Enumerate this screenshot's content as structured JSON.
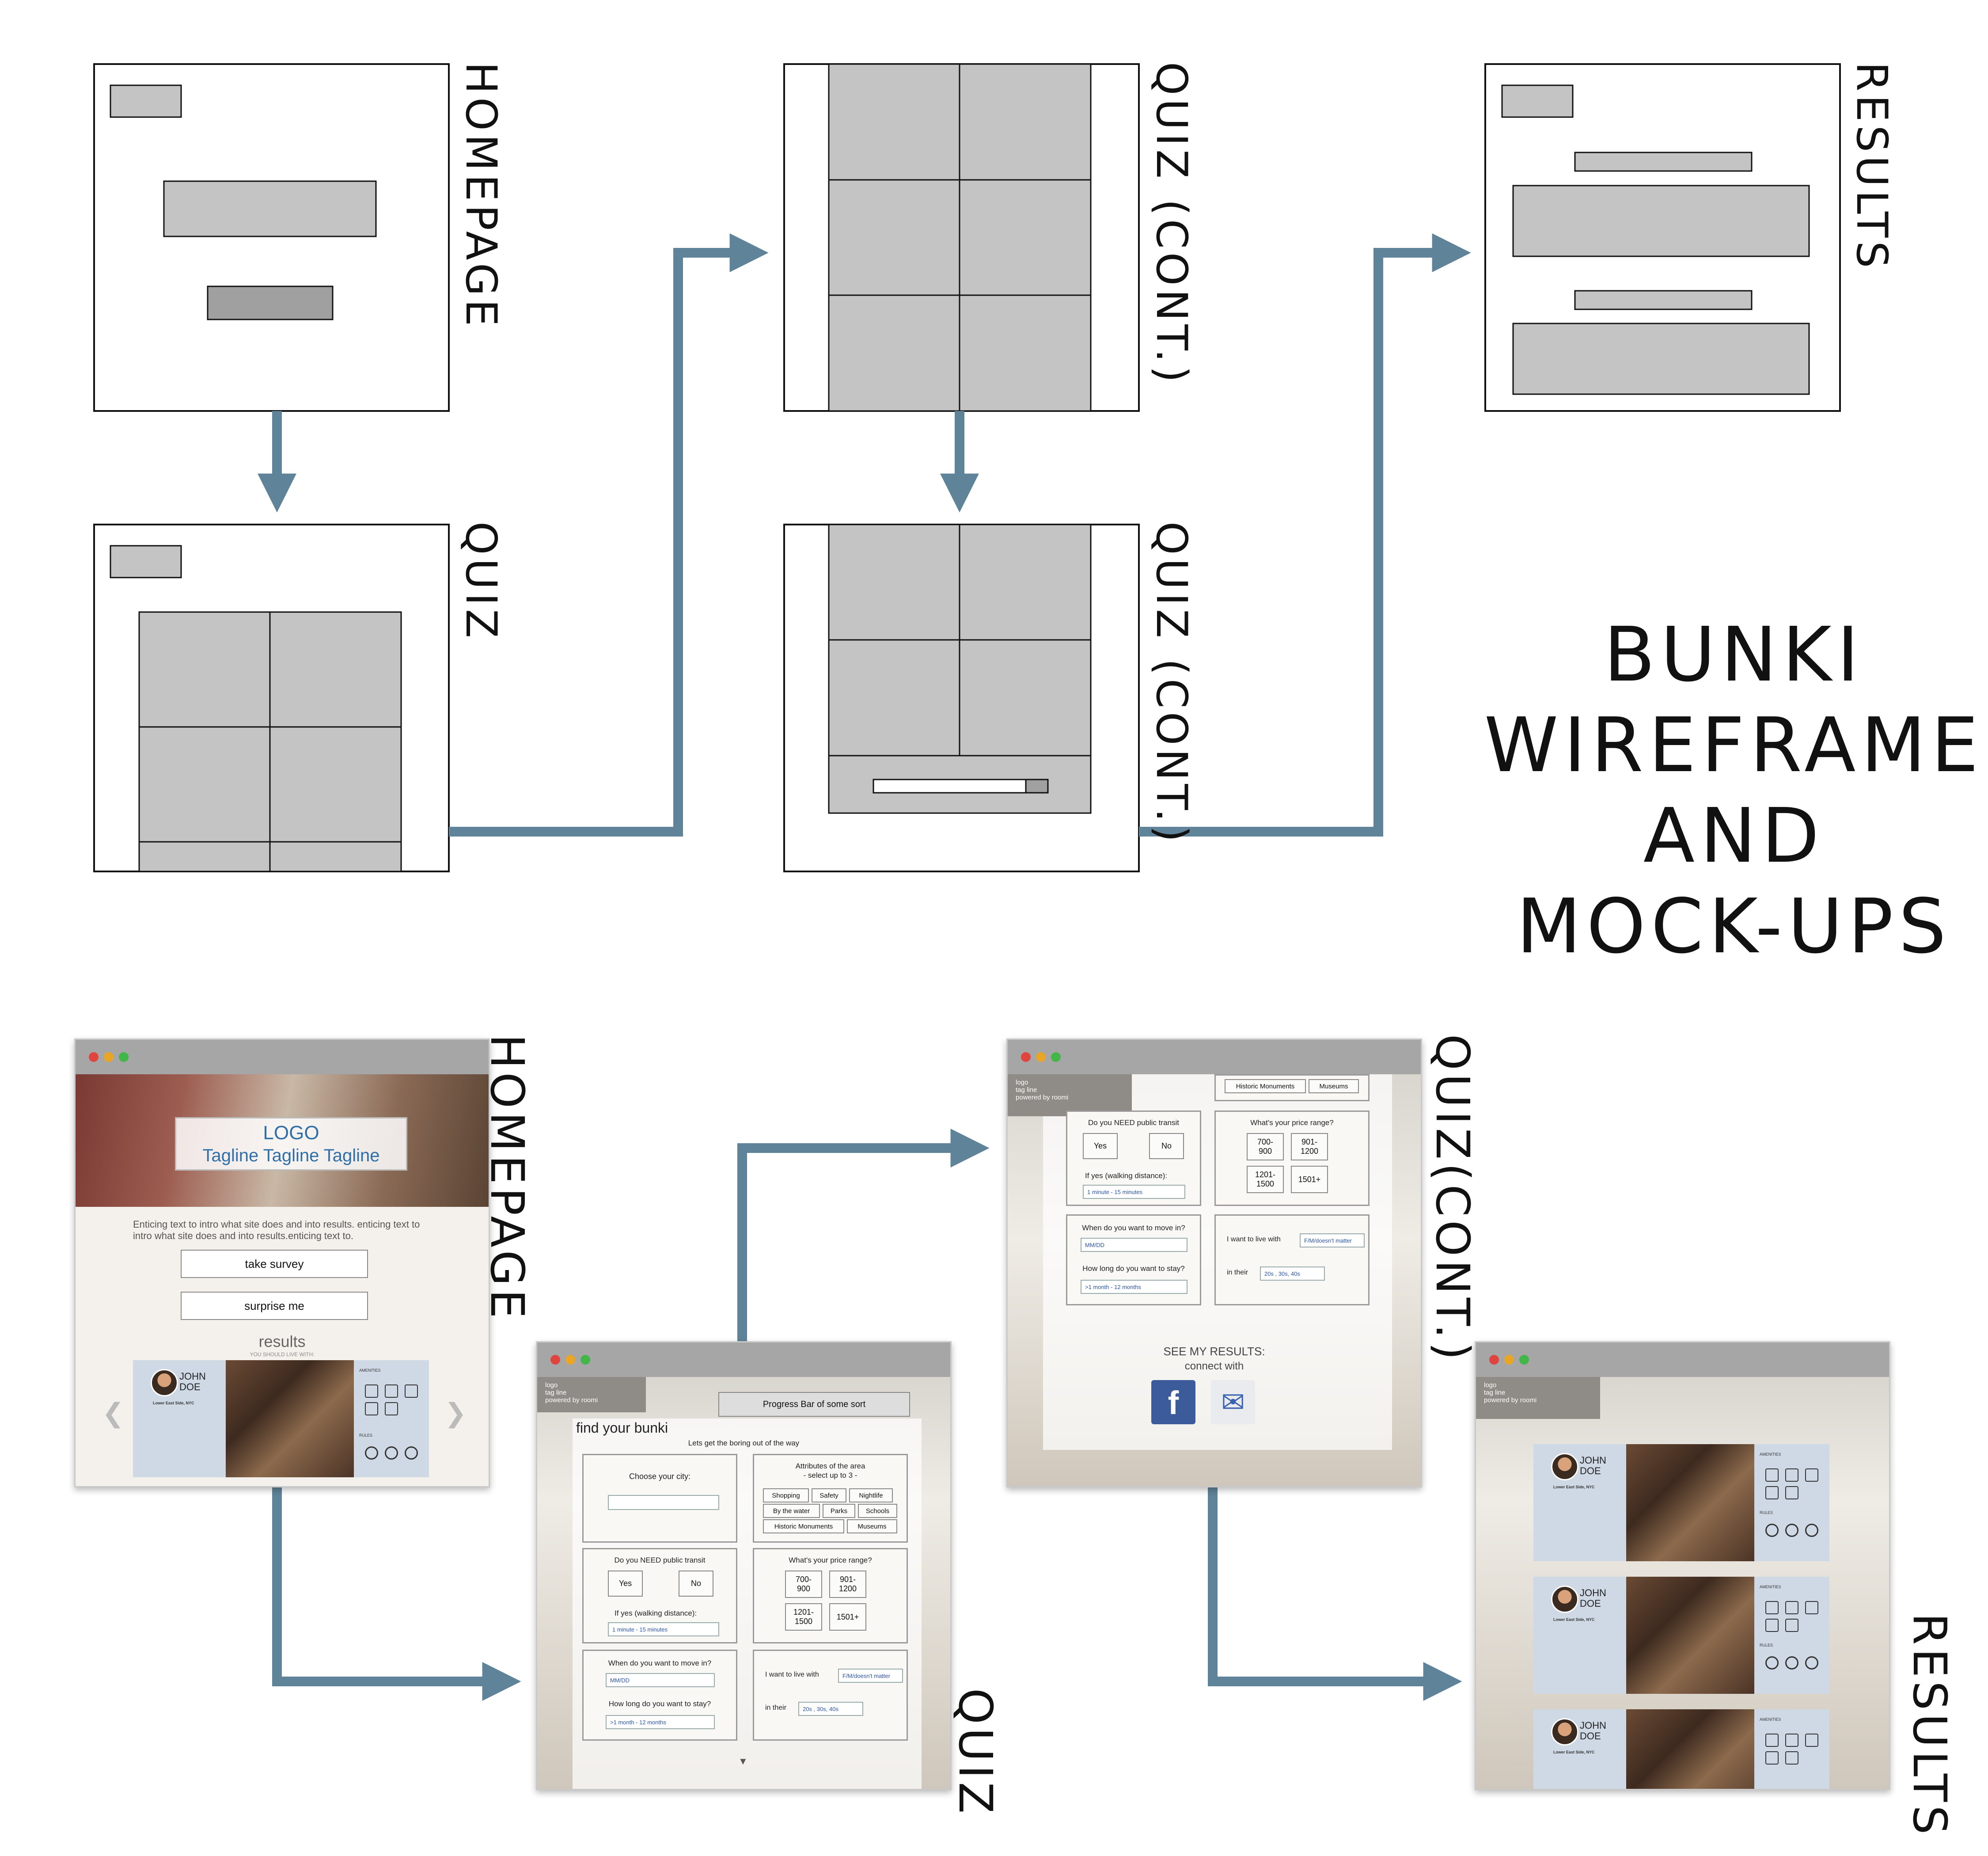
{
  "title": [
    "BUNKI",
    "WIREFRAME",
    "AND",
    "MOCK-UPS"
  ],
  "wireframe_labels": {
    "homepage": "HOMEPAGE",
    "quiz": "QUIZ",
    "quiz_cont_1": "QUIZ (CONT.)",
    "quiz_cont_2": "QUIZ (CONT.)",
    "results": "RESULTS"
  },
  "mockup_labels": {
    "homepage": "HOMEPAGE",
    "quiz": "QUIZ",
    "quiz_cont": "QUIZ(CONT.)",
    "results": "RESULTS"
  },
  "colors": {
    "arrow": "#5f8399",
    "wire_fill": "#c4c4c4",
    "wire_dark": "#a0a0a0",
    "card": "#cfd9e6"
  },
  "homepage_mock": {
    "logo": "LOGO",
    "tagline": "Tagline Tagline Tagline",
    "intro": "Enticing text to intro what site does and into results. enticing text to intro what site does and into results.enticing text to.",
    "take_survey": "take survey",
    "surprise_me": "surprise me",
    "results": "results",
    "results_sub": "YOU SHOULD LIVE WITH:",
    "name": "JOHN DOE",
    "location": "Lower East Side, NYC",
    "amenities": "AMENITIES",
    "rules": "RULES",
    "prev": "❮",
    "next": "❯"
  },
  "quiz_mock": {
    "logo": "logo",
    "tagline": "tag line",
    "powered": "powered by roomi",
    "progress": "Progress Bar of some sort",
    "heading": "find your bunki",
    "subheading": "Lets get the boring out of the way",
    "city_q": "Choose your city:",
    "attr_q": "Attributes of the area",
    "attr_sub": "- select up to 3 -",
    "attrs": [
      "Shopping",
      "Safety",
      "Nightlife",
      "By the water",
      "Parks",
      "Schools",
      "Historic Monuments",
      "Museums"
    ],
    "transit_q": "Do you NEED public transit",
    "yes": "Yes",
    "no": "No",
    "walk_q": "If yes (walking distance):",
    "walk_val": "1 minute - 15 minutes",
    "price_q": "What's your price range?",
    "prices": [
      "700-\n900",
      "901-\n1200",
      "1201-\n1500",
      "1501+"
    ],
    "move_q": "When do you want to move in?",
    "move_val": "MM/DD",
    "stay_q": "How long do you want to stay?",
    "stay_val": ">1 month - 12 months",
    "live_q": "I want to live with",
    "live_val": "F/M/doesn't matter",
    "age_q": "in their",
    "age_val": "20s , 30s, 40s",
    "scroll": "▼"
  },
  "quiz_cont_mock": {
    "logo": "logo",
    "tagline": "tag line",
    "powered": "powered by roomi",
    "see": "SEE MY RESULTS:",
    "connect": "connect with",
    "fb": "f",
    "mail": "✉"
  },
  "results_mock": {
    "logo": "logo",
    "tagline": "tag line",
    "powered": "powered by roomi",
    "name": "JOHN DOE",
    "location": "Lower East Side, NYC",
    "amenities": "AMENITIES",
    "rules": "RULES"
  }
}
